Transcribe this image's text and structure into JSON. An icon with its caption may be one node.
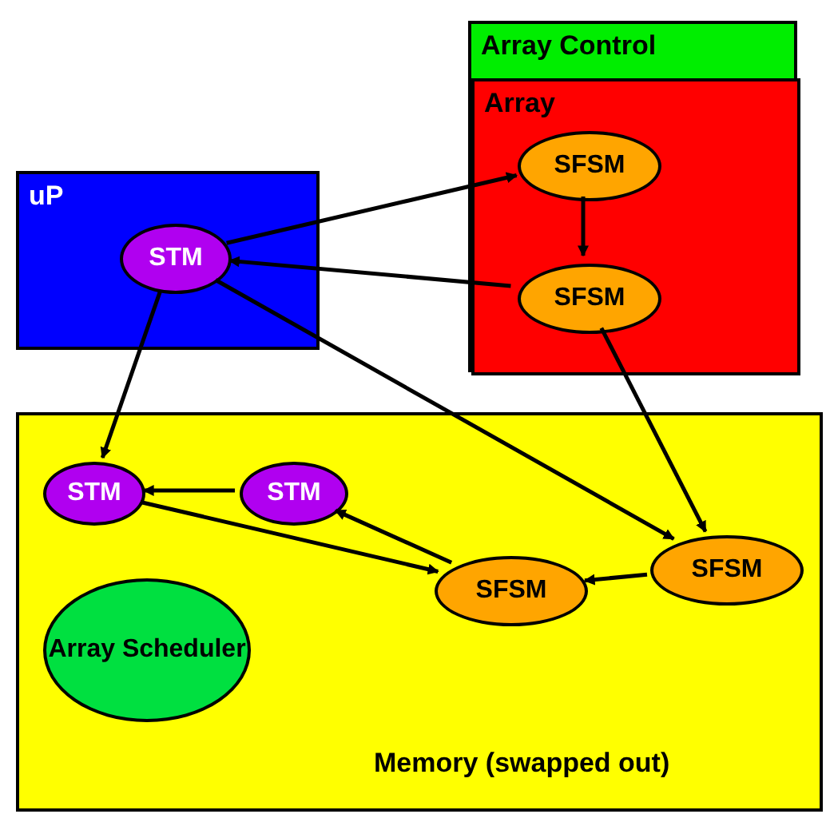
{
  "diagram": {
    "nodes": [
      {
        "text": [
          "uP"
        ]
      },
      {
        "text": [
          "STM"
        ],
        "in": 0
      },
      {
        "text": [
          "Array Control"
        ]
      },
      {
        "text": [
          "Array"
        ],
        "in": 2
      },
      {
        "text": [
          "SFSM"
        ],
        "in": 3
      },
      {
        "text": [
          "SFSM"
        ],
        "in": 3
      },
      {
        "text": [
          "Memory (swapped out)"
        ]
      },
      {
        "text": [
          "STM"
        ],
        "in": 6
      },
      {
        "text": [
          "STM"
        ],
        "in": 6
      },
      {
        "text": [
          "SFSM"
        ],
        "in": 6
      },
      {
        "text": [
          "SFSM"
        ],
        "in": 6
      },
      {
        "text": [
          "Array Scheduler"
        ],
        "in": 6
      }
    ],
    "edges": [
      {
        "from": 1,
        "to": 4,
        "arrow": "to"
      },
      {
        "from": 5,
        "to": 1,
        "arrow": "to"
      },
      {
        "from": 4,
        "to": 5,
        "arrow": "to"
      },
      {
        "from": 1,
        "to": 7,
        "arrow": "to"
      },
      {
        "from": 1,
        "to": 10,
        "arrow": "to"
      },
      {
        "from": 5,
        "to": 10,
        "arrow": "to"
      },
      {
        "from": 10,
        "to": 9,
        "arrow": "to"
      },
      {
        "from": 9,
        "to": 8,
        "arrow": "to"
      },
      {
        "from": 8,
        "to": 7,
        "arrow": "to"
      },
      {
        "from": 7,
        "to": 9,
        "arrow": "to"
      }
    ]
  }
}
